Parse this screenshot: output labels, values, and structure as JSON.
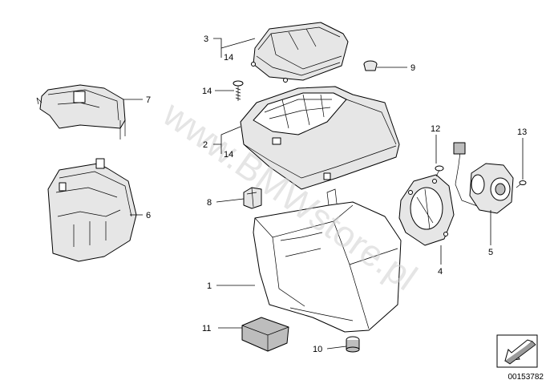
{
  "diagram": {
    "callouts": {
      "c1": "1",
      "c2": "2",
      "c3": "3",
      "c4": "4",
      "c5": "5",
      "c6": "6",
      "c7": "7",
      "c8": "8",
      "c9": "9",
      "c10": "10",
      "c11": "11",
      "c12": "12",
      "c13": "13",
      "c14a": "14",
      "c14b": "14",
      "c14c": "14"
    },
    "watermark": "www.BMWstore.pl",
    "catalog_number": "00153782"
  },
  "icons": {
    "orientation": "arrow-down-left-icon"
  },
  "colors": {
    "line": "#000000",
    "background": "#ffffff",
    "watermark": "#d0d0d0"
  }
}
